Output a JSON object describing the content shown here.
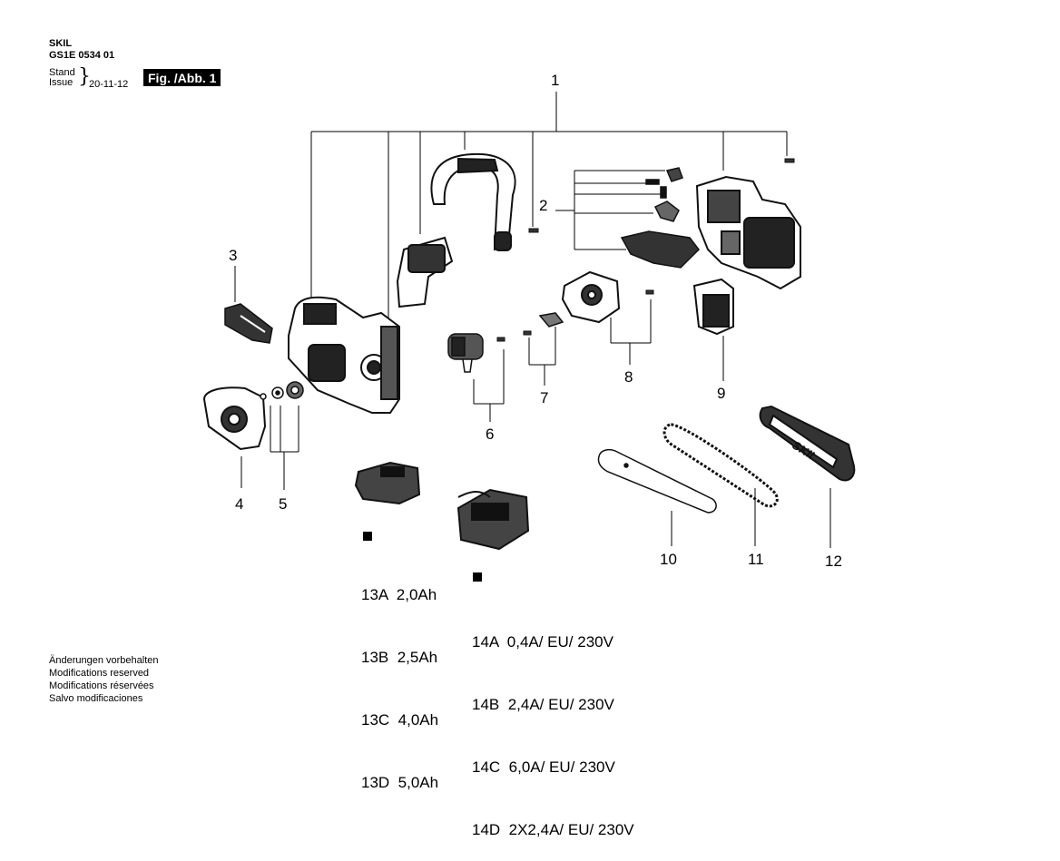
{
  "header": {
    "brand": "SKIL",
    "part_number": "GS1E 0534 01",
    "stand_label": "Stand",
    "issue_label": "Issue",
    "date": "20-11-12",
    "figure_label": "Fig. /Abb. 1"
  },
  "callouts": [
    "1",
    "2",
    "3",
    "4",
    "5",
    "6",
    "7",
    "8",
    "9",
    "10",
    "11",
    "12"
  ],
  "battery_variants": [
    {
      "code": "13A",
      "spec": "2,0Ah"
    },
    {
      "code": "13B",
      "spec": "2,5Ah"
    },
    {
      "code": "13C",
      "spec": "4,0Ah"
    },
    {
      "code": "13D",
      "spec": "5,0Ah"
    }
  ],
  "charger_variants": [
    {
      "code": "14A",
      "spec": "0,4A/ EU/ 230V"
    },
    {
      "code": "14B",
      "spec": "2,4A/ EU/ 230V"
    },
    {
      "code": "14C",
      "spec": "6,0A/ EU/ 230V"
    },
    {
      "code": "14D",
      "spec": "2X2,4A/ EU/ 230V"
    }
  ],
  "logo_text": "SKIL",
  "notes": [
    "Änderungen vorbehalten",
    "Modifications reserved",
    "Modifications réservées",
    "Salvo modificaciones"
  ]
}
